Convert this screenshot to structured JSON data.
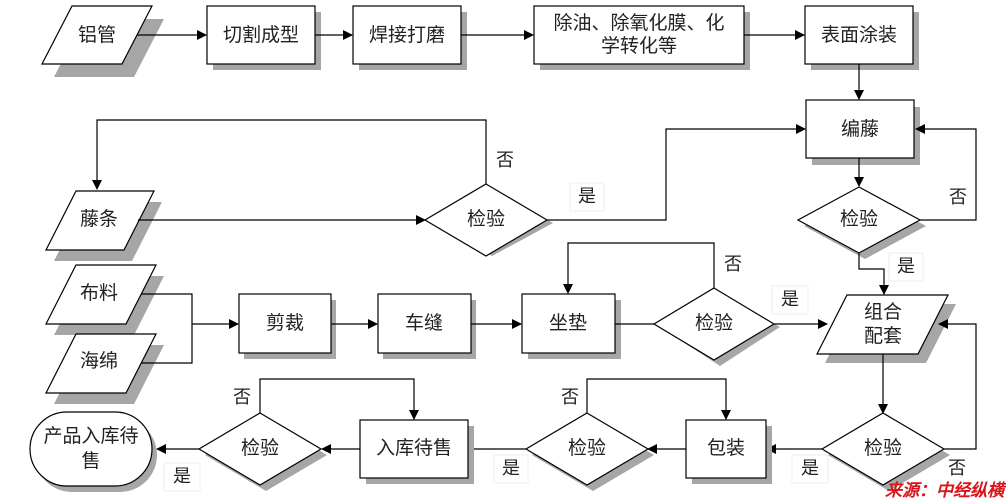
{
  "nodes": {
    "aluminum_tube": "铝管",
    "cutting_forming": "切割成型",
    "welding_grinding": "焊接打磨",
    "degreasing_line1": "除油、除氧化膜、化",
    "degreasing_line2": "学转化等",
    "surface_coating": "表面涂装",
    "rattan_weaving": "编藤",
    "rattan_strip": "藤条",
    "inspect_rattan": "检验",
    "inspect_weaving": "检验",
    "fabric": "布料",
    "sponge": "海绵",
    "cutting_fabric": "剪裁",
    "sewing": "车缝",
    "cushion": "坐垫",
    "inspect_cushion": "检验",
    "assembly_line1": "组合",
    "assembly_line2": "配套",
    "inspect_assembly": "检验",
    "packaging": "包装",
    "inspect_packaging": "检验",
    "warehousing": "入库待售",
    "inspect_warehousing": "检验",
    "final_line1": "产品入库待",
    "final_line2": "售"
  },
  "edge_labels": {
    "yes": "是",
    "no": "否"
  },
  "source": "来源：中经纵横"
}
